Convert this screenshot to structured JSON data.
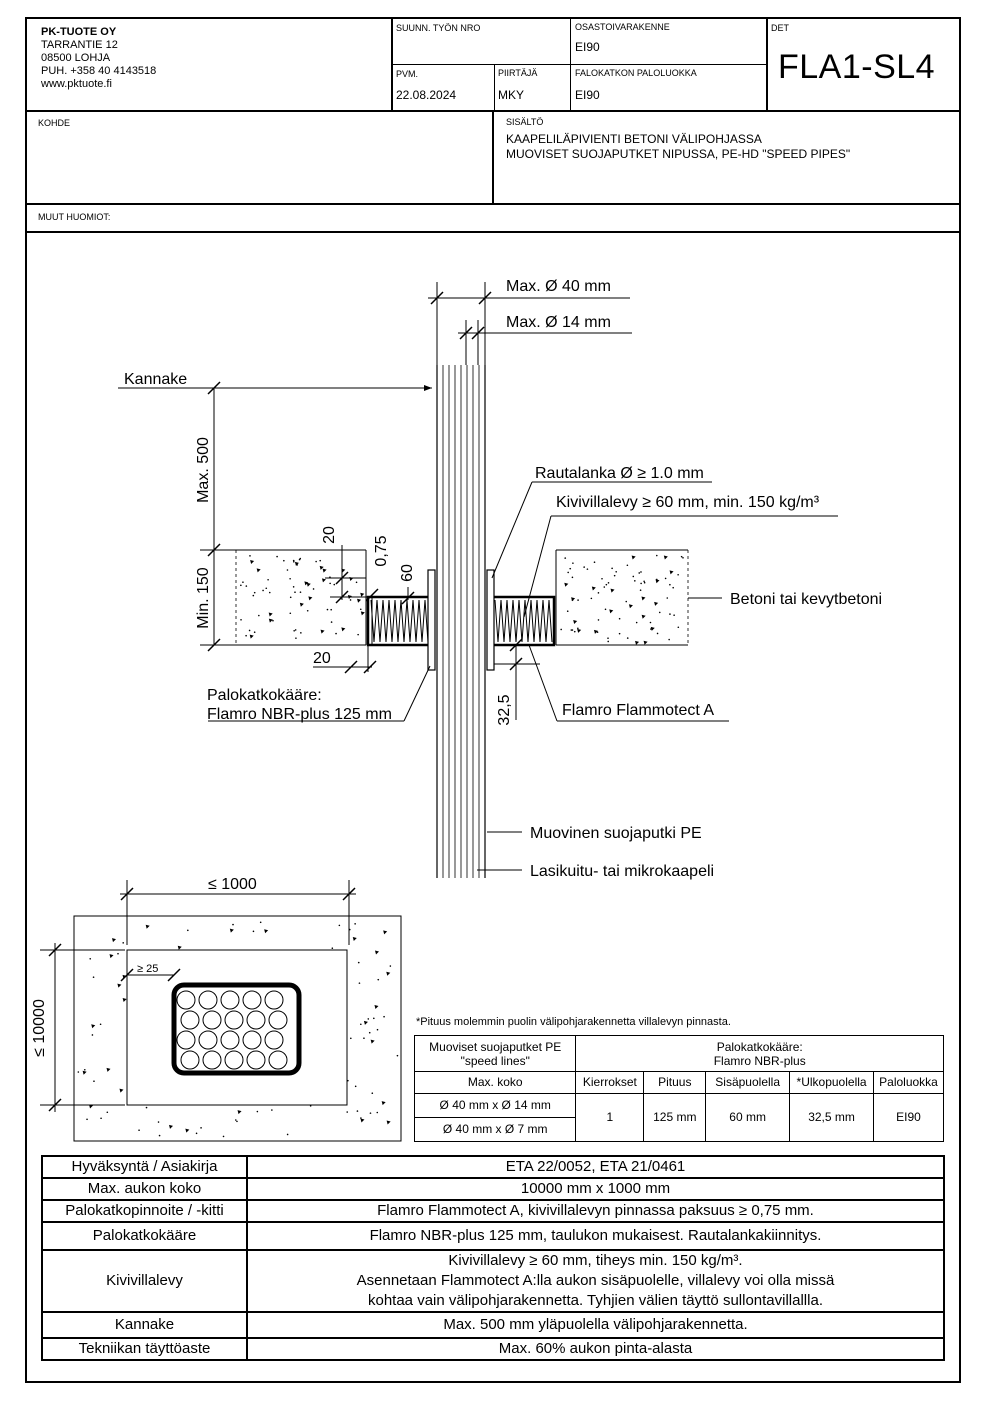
{
  "company": {
    "name": "PK-TUOTE OY",
    "address": "TARRANTIE 12",
    "postal": "08500 LOHJA",
    "phone": "PUH. +358 40 4143518",
    "web": "www.pktuote.fi"
  },
  "titleblock": {
    "suunn_label": "SUUNN. TYÖN NRO",
    "suunn_value": "",
    "osasto_label": "OSASTOIVARAKENNE",
    "osasto_value": "EI90",
    "det_label": "DET",
    "det_value": "FLA1-SL4",
    "pvm_label": "PVM.",
    "pvm_value": "22.08.2024",
    "piirtaja_label": "PIIRTÄJÄ",
    "piirtaja_value": "MKY",
    "paloluokka_label": "FALOKATKON PALOLUOKKA",
    "paloluokka_value": "EI90",
    "kohde_label": "KOHDE",
    "sisalto_label": "SISÄLTÖ",
    "sisalto_line1": "KAAPELILÄPIVIENTI  BETONI VÄLIPOHJASSA",
    "sisalto_line2": "MUOVISET SUOJAPUTKET NIPUSSA, PE-HD \"SPEED PIPES\"",
    "muut_label": "MUUT HUOMIOT:"
  },
  "drawing": {
    "max40": "Max. Ø 40 mm",
    "max14": "Max. Ø 14 mm",
    "kannake": "Kannake",
    "max500": "Max. 500",
    "min150": "Min. 150",
    "rautalanka": "Rautalanka Ø ≥ 1.0 mm",
    "kivivilla": "Kivivillalevy ≥ 60 mm, min. 150 kg/m³",
    "betoni": "Betoni tai kevytbetoni",
    "d20a": "20",
    "d075": "0,75",
    "d60": "60",
    "d20b": "20",
    "d325": "32,5",
    "palokatko_l1": "Palokatkokääre:",
    "palokatko_l2": "Flamro NBR-plus 125 mm",
    "flammotect": "Flamro Flammotect A",
    "muovinen": "Muovinen suojaputki PE",
    "lasikuitu": "Lasikuitu- tai mikrokaapeli",
    "le1000": "≤ 1000",
    "le10000": "≤ 10000",
    "ge25": "≥ 25"
  },
  "spec": {
    "note": "*Pituus molemmin puolin välipohjarakennetta villalevyn pinnasta.",
    "h_pipes_l1": "Muoviset suojaputket PE",
    "h_pipes_l2": "\"speed lines\"",
    "h_wrap_l1": "Palokatkokääre:",
    "h_wrap_l2": "Flamro NBR-plus",
    "h_maxkoko": "Max. koko",
    "h_kierrokset": "Kierrokset",
    "h_pituus": "Pituus",
    "h_sisa": "Sisäpuolella",
    "h_ulko": "*Ulkopuolella",
    "h_palo": "Paloluokka",
    "r1": "Ø 40 mm x Ø 14 mm",
    "r2": "Ø 40 mm x Ø 7 mm",
    "kierrokset": "1",
    "pituus": "125 mm",
    "sisa": "60 mm",
    "ulko": "32,5 mm",
    "palo": "EI90"
  },
  "main": {
    "rows": [
      {
        "k": "Hyväksyntä / Asiakirja",
        "v": "ETA 22/0052, ETA 21/0461"
      },
      {
        "k": "Max. aukon koko",
        "v": "10000 mm x 1000 mm"
      },
      {
        "k": "Palokatkopinnoite / -kitti",
        "v": "Flamro Flammotect A, kivivillalevyn pinnassa paksuus ≥ 0,75 mm."
      },
      {
        "k": "Palokatkokääre",
        "v": "Flamro NBR-plus 125 mm, taulukon mukaisest. Rautalankakiinnitys."
      },
      {
        "k": "Kivivillalevy",
        "v1": "Kivivillalevy ≥ 60 mm, tiheys min. 150 kg/m³.",
        "v2": "Asennetaan Flammotect A:lla aukon sisäpuolelle, villalevy voi olla missä",
        "v3": "kohtaa vain välipohjarakennetta. Tyhjien välien täyttö sullontavillallla."
      },
      {
        "k": "Kannake",
        "v": "Max. 500 mm yläpuolella välipohjarakennetta."
      },
      {
        "k": "Tekniikan täyttöaste",
        "v": "Max. 60% aukon pinta-alasta"
      }
    ]
  }
}
